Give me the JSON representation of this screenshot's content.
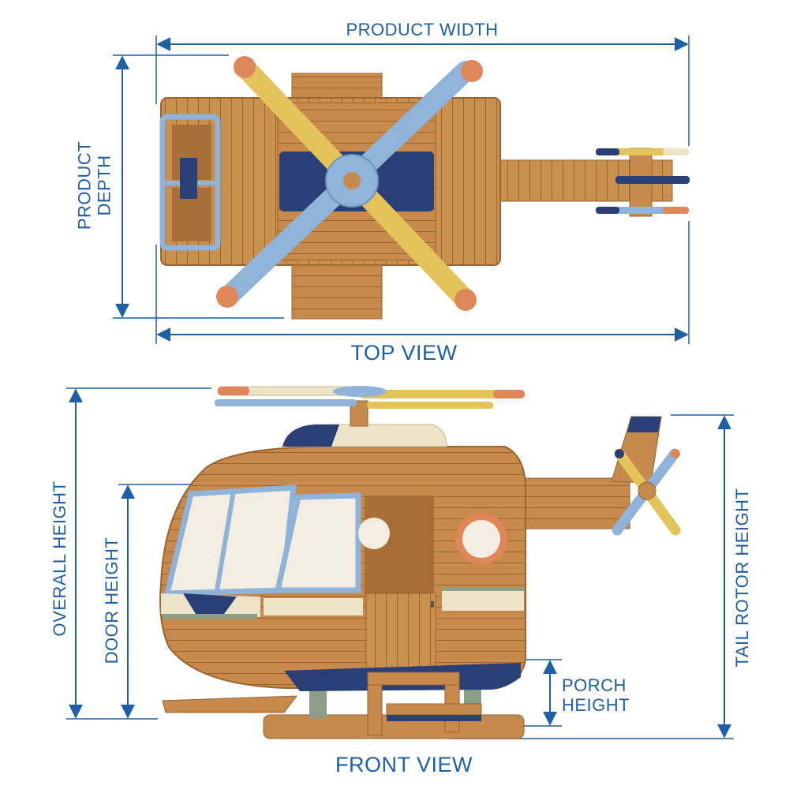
{
  "labels": {
    "product_width": "PRODUCT WIDTH",
    "product_depth_line1": "PRODUCT",
    "product_depth_line2": "DEPTH",
    "top_view": "TOP VIEW",
    "overall_height": "OVERALL HEIGHT",
    "door_height": "DOOR HEIGHT",
    "tail_rotor_height": "TAIL ROTOR HEIGHT",
    "porch_height_line1": "PORCH",
    "porch_height_line2": "HEIGHT",
    "front_view": "FRONT VIEW"
  },
  "colors": {
    "dimension": "#1f5fa6",
    "wood": "#c58a4c",
    "wood_dark": "#9a6330",
    "rotor_blue": "#8fb3d9",
    "rotor_yellow": "#e3c35a",
    "navy": "#2b3f77",
    "orange": "#e0875a",
    "cream": "#ede3c8"
  },
  "icons": [
    "helicopter-top-view-illustration",
    "helicopter-front-view-illustration"
  ]
}
